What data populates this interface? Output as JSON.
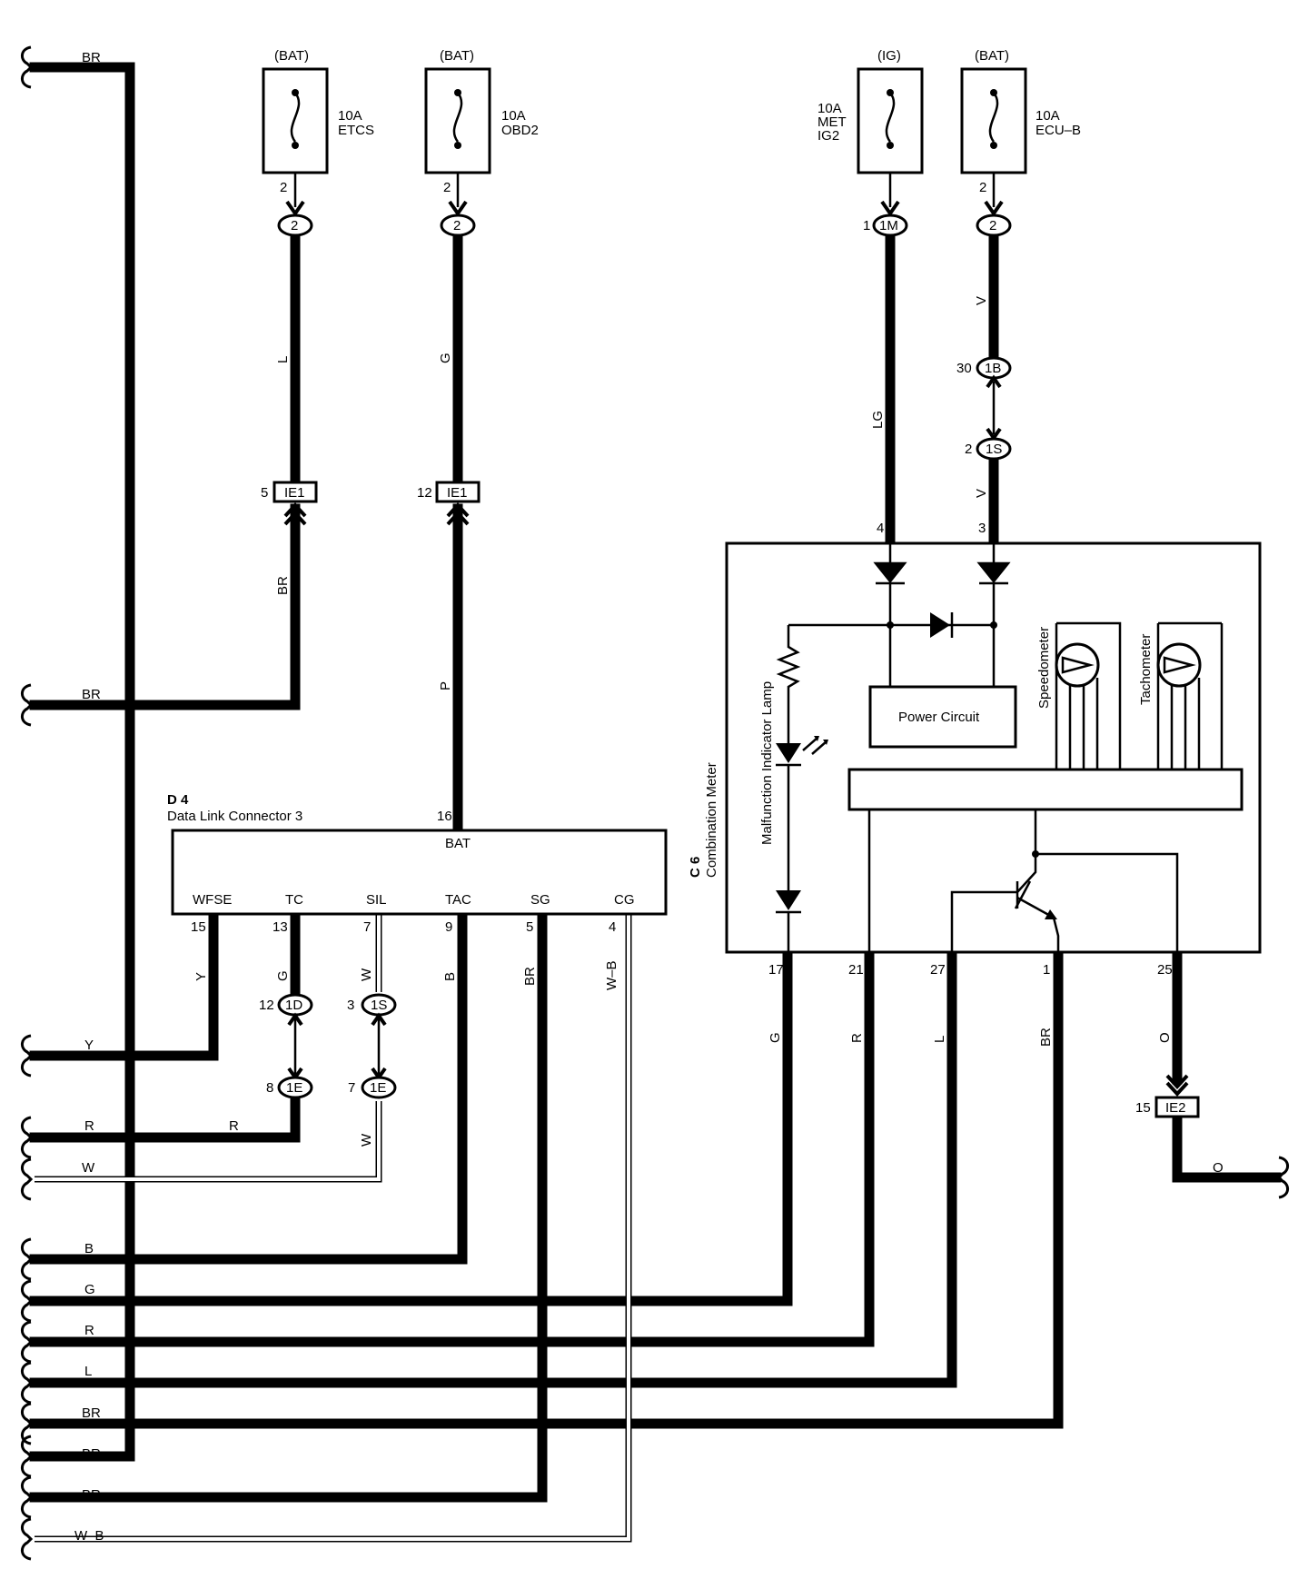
{
  "fuses": [
    {
      "source": "(BAT)",
      "rating": "10A",
      "name": "ETCS",
      "pin": "2"
    },
    {
      "source": "(BAT)",
      "rating": "10A",
      "name": "OBD2",
      "pin": "2"
    },
    {
      "source": "(IG)",
      "rating": "10A",
      "name": "MET",
      "name2": "IG2",
      "pin": ""
    },
    {
      "source": "(BAT)",
      "rating": "10A",
      "name": "ECU–B",
      "pin": "2"
    }
  ],
  "connectors": {
    "c2a": "2",
    "c2b": "2",
    "c1m": "1M",
    "c1m_pin": "1",
    "c2c": "2",
    "c1b": "1B",
    "c1b_pin": "30",
    "c1s_top": "1S",
    "c1s_top_pin": "2",
    "ie1_a": "IE1",
    "ie1_a_pin": "5",
    "ie1_b": "IE1",
    "ie1_b_pin": "12",
    "c1d": "1D",
    "c1d_pin": "12",
    "c1s_mid": "1S",
    "c1s_mid_pin": "3",
    "c1e_a": "1E",
    "c1e_a_pin": "8",
    "c1e_b": "1E",
    "c1e_b_pin": "7",
    "ie2": "IE2",
    "ie2_pin": "15"
  },
  "wire_colors": {
    "l_etcs": "L",
    "br_etcs": "BR",
    "g_obd": "G",
    "p_obd": "P",
    "lg_met": "LG",
    "v_top": "V",
    "v_bottom": "V",
    "y": "Y",
    "g_tc": "G",
    "w_sil": "W",
    "b_tac": "B",
    "br_sg": "BR",
    "wb_cg": "W–B",
    "w_sil_low": "W",
    "r_mid": "R",
    "g_17": "G",
    "r_21": "R",
    "l_27": "L",
    "br_1": "BR",
    "o_25": "O",
    "o_out": "O"
  },
  "left_labels": [
    "BR",
    "BR",
    "Y",
    "R",
    "W",
    "B",
    "G",
    "R",
    "L",
    "BR",
    "BR",
    "BR",
    "W–B"
  ],
  "dlc": {
    "code": "D 4",
    "name": "Data Link Connector 3",
    "bat_label": "BAT",
    "bat_pin": "16",
    "terminals": [
      {
        "name": "WFSE",
        "pin": "15"
      },
      {
        "name": "TC",
        "pin": "13"
      },
      {
        "name": "SIL",
        "pin": "7"
      },
      {
        "name": "TAC",
        "pin": "9"
      },
      {
        "name": "SG",
        "pin": "5"
      },
      {
        "name": "CG",
        "pin": "4"
      }
    ]
  },
  "meter": {
    "code": "C 6",
    "name": "Combination Meter",
    "power_circuit": "Power Circuit",
    "speedometer": "Speedometer",
    "tachometer": "Tachometer",
    "mil": "Malfunction Indicator Lamp",
    "pin_top_left": "4",
    "pin_top_right": "3",
    "bottom_pins": [
      "17",
      "21",
      "27",
      "1",
      "25"
    ]
  }
}
